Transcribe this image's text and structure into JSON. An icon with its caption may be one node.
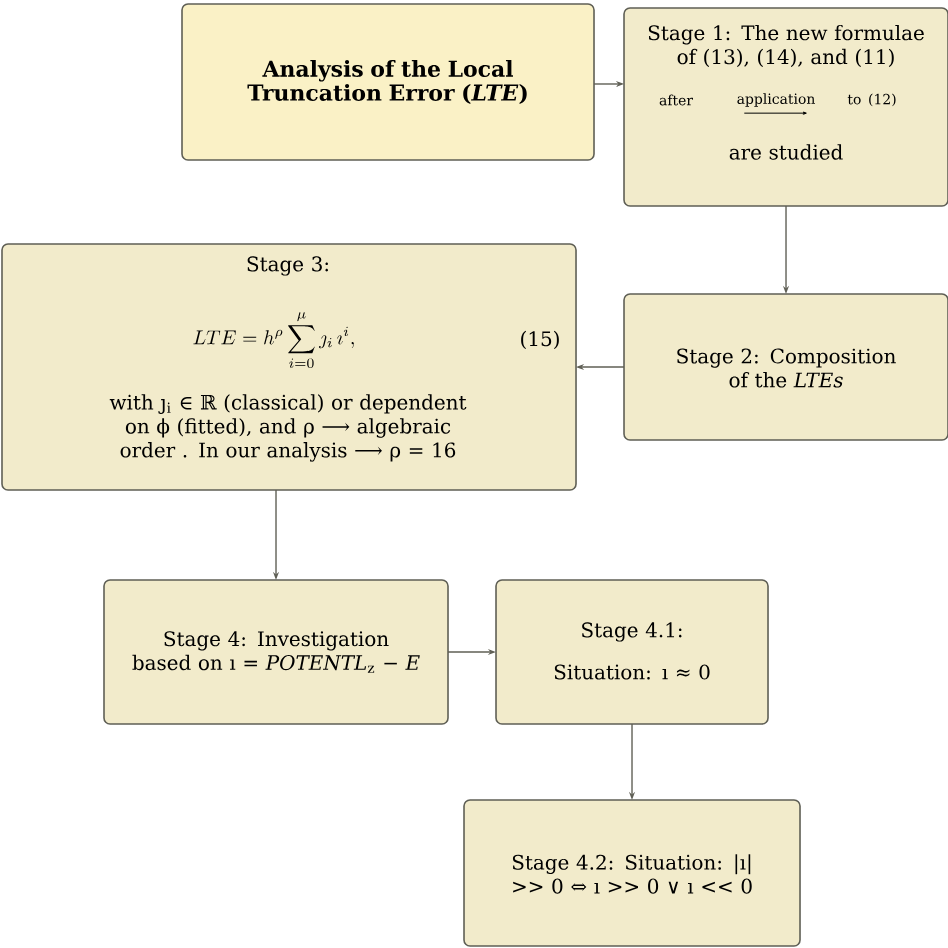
{
  "diagram": {
    "nodes": [
      {
        "text": [
          "Analysis of the Local Truncation Error (*LTE*)"
        ]
      },
      {
        "text": [
          "Stage 1: The new formulae of (13), (14), and (11)",
          "after",
          "application",
          "to (12)",
          "are studied"
        ]
      },
      {
        "text": [
          "Stage 2: Composition of the *LTEs*"
        ]
      },
      {
        "text": [
          "Stage 3:",
          "LTE = h^{\\rho} \\sum_{i=0}^{\\mu} \\jmath_i \\, \\imath^i,",
          "(15)",
          "with ȷ$_{i}$  ∈  ℝ (classical) or dependent on ϕ (fitted), and ρ ⟶ algebraic order . In our analysis ⟶ ρ  =  16"
        ]
      },
      {
        "text": [
          "Stage 4: Investigation based on ı = *POTENTL*$_{z}$ − *E*"
        ]
      },
      {
        "text": [
          "Stage 4.1:",
          "Situation: ı ≈ 0"
        ]
      },
      {
        "text": [
          "Stage 4.2: Situation: |ı| >> 0 ⇔ ı >> 0 ∨ ı << 0"
        ]
      }
    ],
    "edges": [
      {
        "from": 0,
        "to": 1,
        "arrow": "to"
      },
      {
        "from": 1,
        "to": 2,
        "arrow": "to"
      },
      {
        "from": 2,
        "to": 3,
        "arrow": "to"
      },
      {
        "from": 3,
        "to": 4,
        "arrow": "to"
      },
      {
        "from": 4,
        "to": 5,
        "arrow": "to"
      },
      {
        "from": 5,
        "to": 6,
        "arrow": "to"
      }
    ]
  }
}
